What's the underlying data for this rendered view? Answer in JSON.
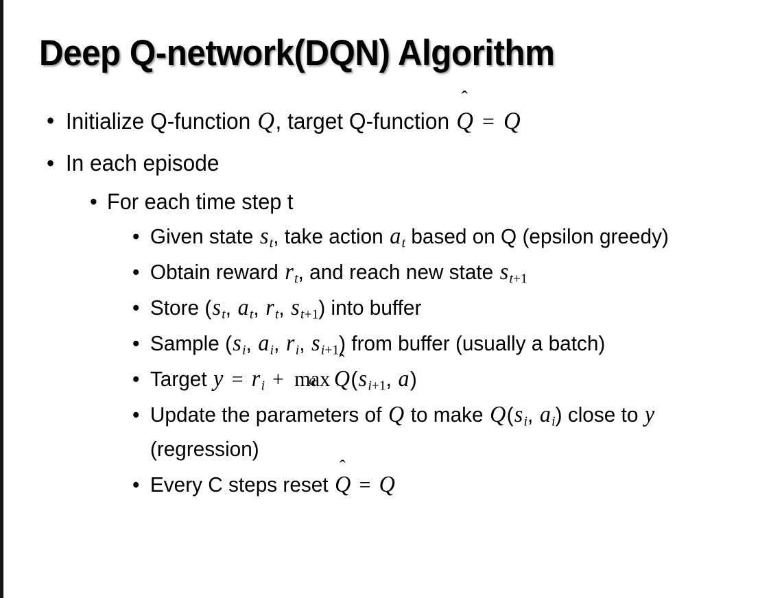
{
  "slide": {
    "title": "Deep Q-network(DQN) Algorithm",
    "background_color": "#ffffff",
    "text_color": "#000000",
    "edge_band_color": "#141414",
    "bullet_glyph": "•"
  },
  "content": {
    "bullets": [
      {
        "level": 1,
        "id": "initialize-q-function",
        "plain_text": "Initialize Q-function Q, target Q-function Q̂ = Q",
        "segments": [
          {
            "kind": "text",
            "value": "Initialize Q-function "
          },
          {
            "kind": "math-italic",
            "value": "Q"
          },
          {
            "kind": "text",
            "value": ", target Q-function "
          },
          {
            "kind": "math-hat-italic",
            "value": "Q"
          },
          {
            "kind": "operator",
            "value": "="
          },
          {
            "kind": "math-italic",
            "value": "Q"
          }
        ]
      },
      {
        "level": 1,
        "id": "in-each-episode",
        "plain_text": "In each episode",
        "segments": [
          {
            "kind": "text",
            "value": "In each episode"
          }
        ]
      },
      {
        "level": 2,
        "id": "for-each-time-step",
        "plain_text": "For each time step t",
        "segments": [
          {
            "kind": "text",
            "value": "For each time step t"
          }
        ]
      },
      {
        "level": 3,
        "id": "given-state-take-action",
        "plain_text": "Given state s_t, take action a_t based on Q (epsilon greedy)",
        "segments": [
          {
            "kind": "text",
            "value": "Given state "
          },
          {
            "kind": "math-italic-sub",
            "value": "s",
            "sub": "t"
          },
          {
            "kind": "text",
            "value": ", take action "
          },
          {
            "kind": "math-italic-sub",
            "value": "a",
            "sub": "t"
          },
          {
            "kind": "text",
            "value": " based on Q (epsilon greedy)"
          }
        ]
      },
      {
        "level": 3,
        "id": "obtain-reward-reach-state",
        "plain_text": "Obtain reward r_t, and reach new state s_{t+1}",
        "segments": [
          {
            "kind": "text",
            "value": "Obtain reward "
          },
          {
            "kind": "math-italic-sub",
            "value": "r",
            "sub": "t"
          },
          {
            "kind": "text",
            "value": ", and reach new state "
          },
          {
            "kind": "math-italic-sub",
            "value": "s",
            "sub": "t+1"
          }
        ]
      },
      {
        "level": 3,
        "id": "store-into-buffer",
        "plain_text": "Store (s_t, a_t, r_t, s_{t+1}) into buffer",
        "segments": [
          {
            "kind": "text",
            "value": "Store ("
          },
          {
            "kind": "math-italic-sub",
            "value": "s",
            "sub": "t"
          },
          {
            "kind": "text",
            "value": ", "
          },
          {
            "kind": "math-italic-sub",
            "value": "a",
            "sub": "t"
          },
          {
            "kind": "text",
            "value": ", "
          },
          {
            "kind": "math-italic-sub",
            "value": "r",
            "sub": "t"
          },
          {
            "kind": "text",
            "value": ", "
          },
          {
            "kind": "math-italic-sub",
            "value": "s",
            "sub": "t+1"
          },
          {
            "kind": "text",
            "value": ") into buffer"
          }
        ]
      },
      {
        "level": 3,
        "id": "sample-from-buffer",
        "plain_text": "Sample (s_i, a_i, r_i, s_{i+1}) from buffer (usually a batch)",
        "segments": [
          {
            "kind": "text",
            "value": "Sample ("
          },
          {
            "kind": "math-italic-sub",
            "value": "s",
            "sub": "i"
          },
          {
            "kind": "text",
            "value": ", "
          },
          {
            "kind": "math-italic-sub",
            "value": "a",
            "sub": "i"
          },
          {
            "kind": "text",
            "value": ", "
          },
          {
            "kind": "math-italic-sub",
            "value": "r",
            "sub": "i"
          },
          {
            "kind": "text",
            "value": ", "
          },
          {
            "kind": "math-italic-sub",
            "value": "s",
            "sub": "i+1"
          },
          {
            "kind": "text",
            "value": ") from buffer (usually a batch)"
          }
        ]
      },
      {
        "level": 3,
        "id": "target-equation",
        "plain_text": "Target y = r_i + max_a Q̂(s_{i+1}, a)",
        "segments": [
          {
            "kind": "text",
            "value": "Target "
          },
          {
            "kind": "math-italic",
            "value": "y"
          },
          {
            "kind": "operator",
            "value": "="
          },
          {
            "kind": "math-italic-sub",
            "value": "r",
            "sub": "i"
          },
          {
            "kind": "operator",
            "value": "+"
          },
          {
            "kind": "max-operator",
            "value": "max",
            "sub": "a"
          },
          {
            "kind": "math-hat-italic",
            "value": "Q"
          },
          {
            "kind": "text",
            "value": "("
          },
          {
            "kind": "math-italic-sub",
            "value": "s",
            "sub": "i+1"
          },
          {
            "kind": "text",
            "value": ", "
          },
          {
            "kind": "math-italic",
            "value": "a"
          },
          {
            "kind": "text",
            "value": ")"
          }
        ]
      },
      {
        "level": 3,
        "id": "update-parameters",
        "plain_text": "Update the parameters of Q to make Q(s_i, a_i) close to y (regression)",
        "segments": [
          {
            "kind": "text",
            "value": "Update the parameters of "
          },
          {
            "kind": "math-italic",
            "value": "Q"
          },
          {
            "kind": "text",
            "value": " to make "
          },
          {
            "kind": "math-italic",
            "value": "Q"
          },
          {
            "kind": "text",
            "value": "("
          },
          {
            "kind": "math-italic-sub",
            "value": "s",
            "sub": "i"
          },
          {
            "kind": "text",
            "value": ", "
          },
          {
            "kind": "math-italic-sub",
            "value": "a",
            "sub": "i"
          },
          {
            "kind": "text",
            "value": ") close to "
          },
          {
            "kind": "math-italic",
            "value": "y"
          },
          {
            "kind": "text",
            "value": " (regression)"
          }
        ]
      },
      {
        "level": 3,
        "id": "every-c-steps-reset",
        "plain_text": "Every C steps reset Q̂ = Q",
        "segments": [
          {
            "kind": "text",
            "value": "Every C steps reset "
          },
          {
            "kind": "math-hat-italic",
            "value": "Q"
          },
          {
            "kind": "operator",
            "value": "="
          },
          {
            "kind": "math-italic",
            "value": "Q"
          }
        ]
      }
    ]
  }
}
